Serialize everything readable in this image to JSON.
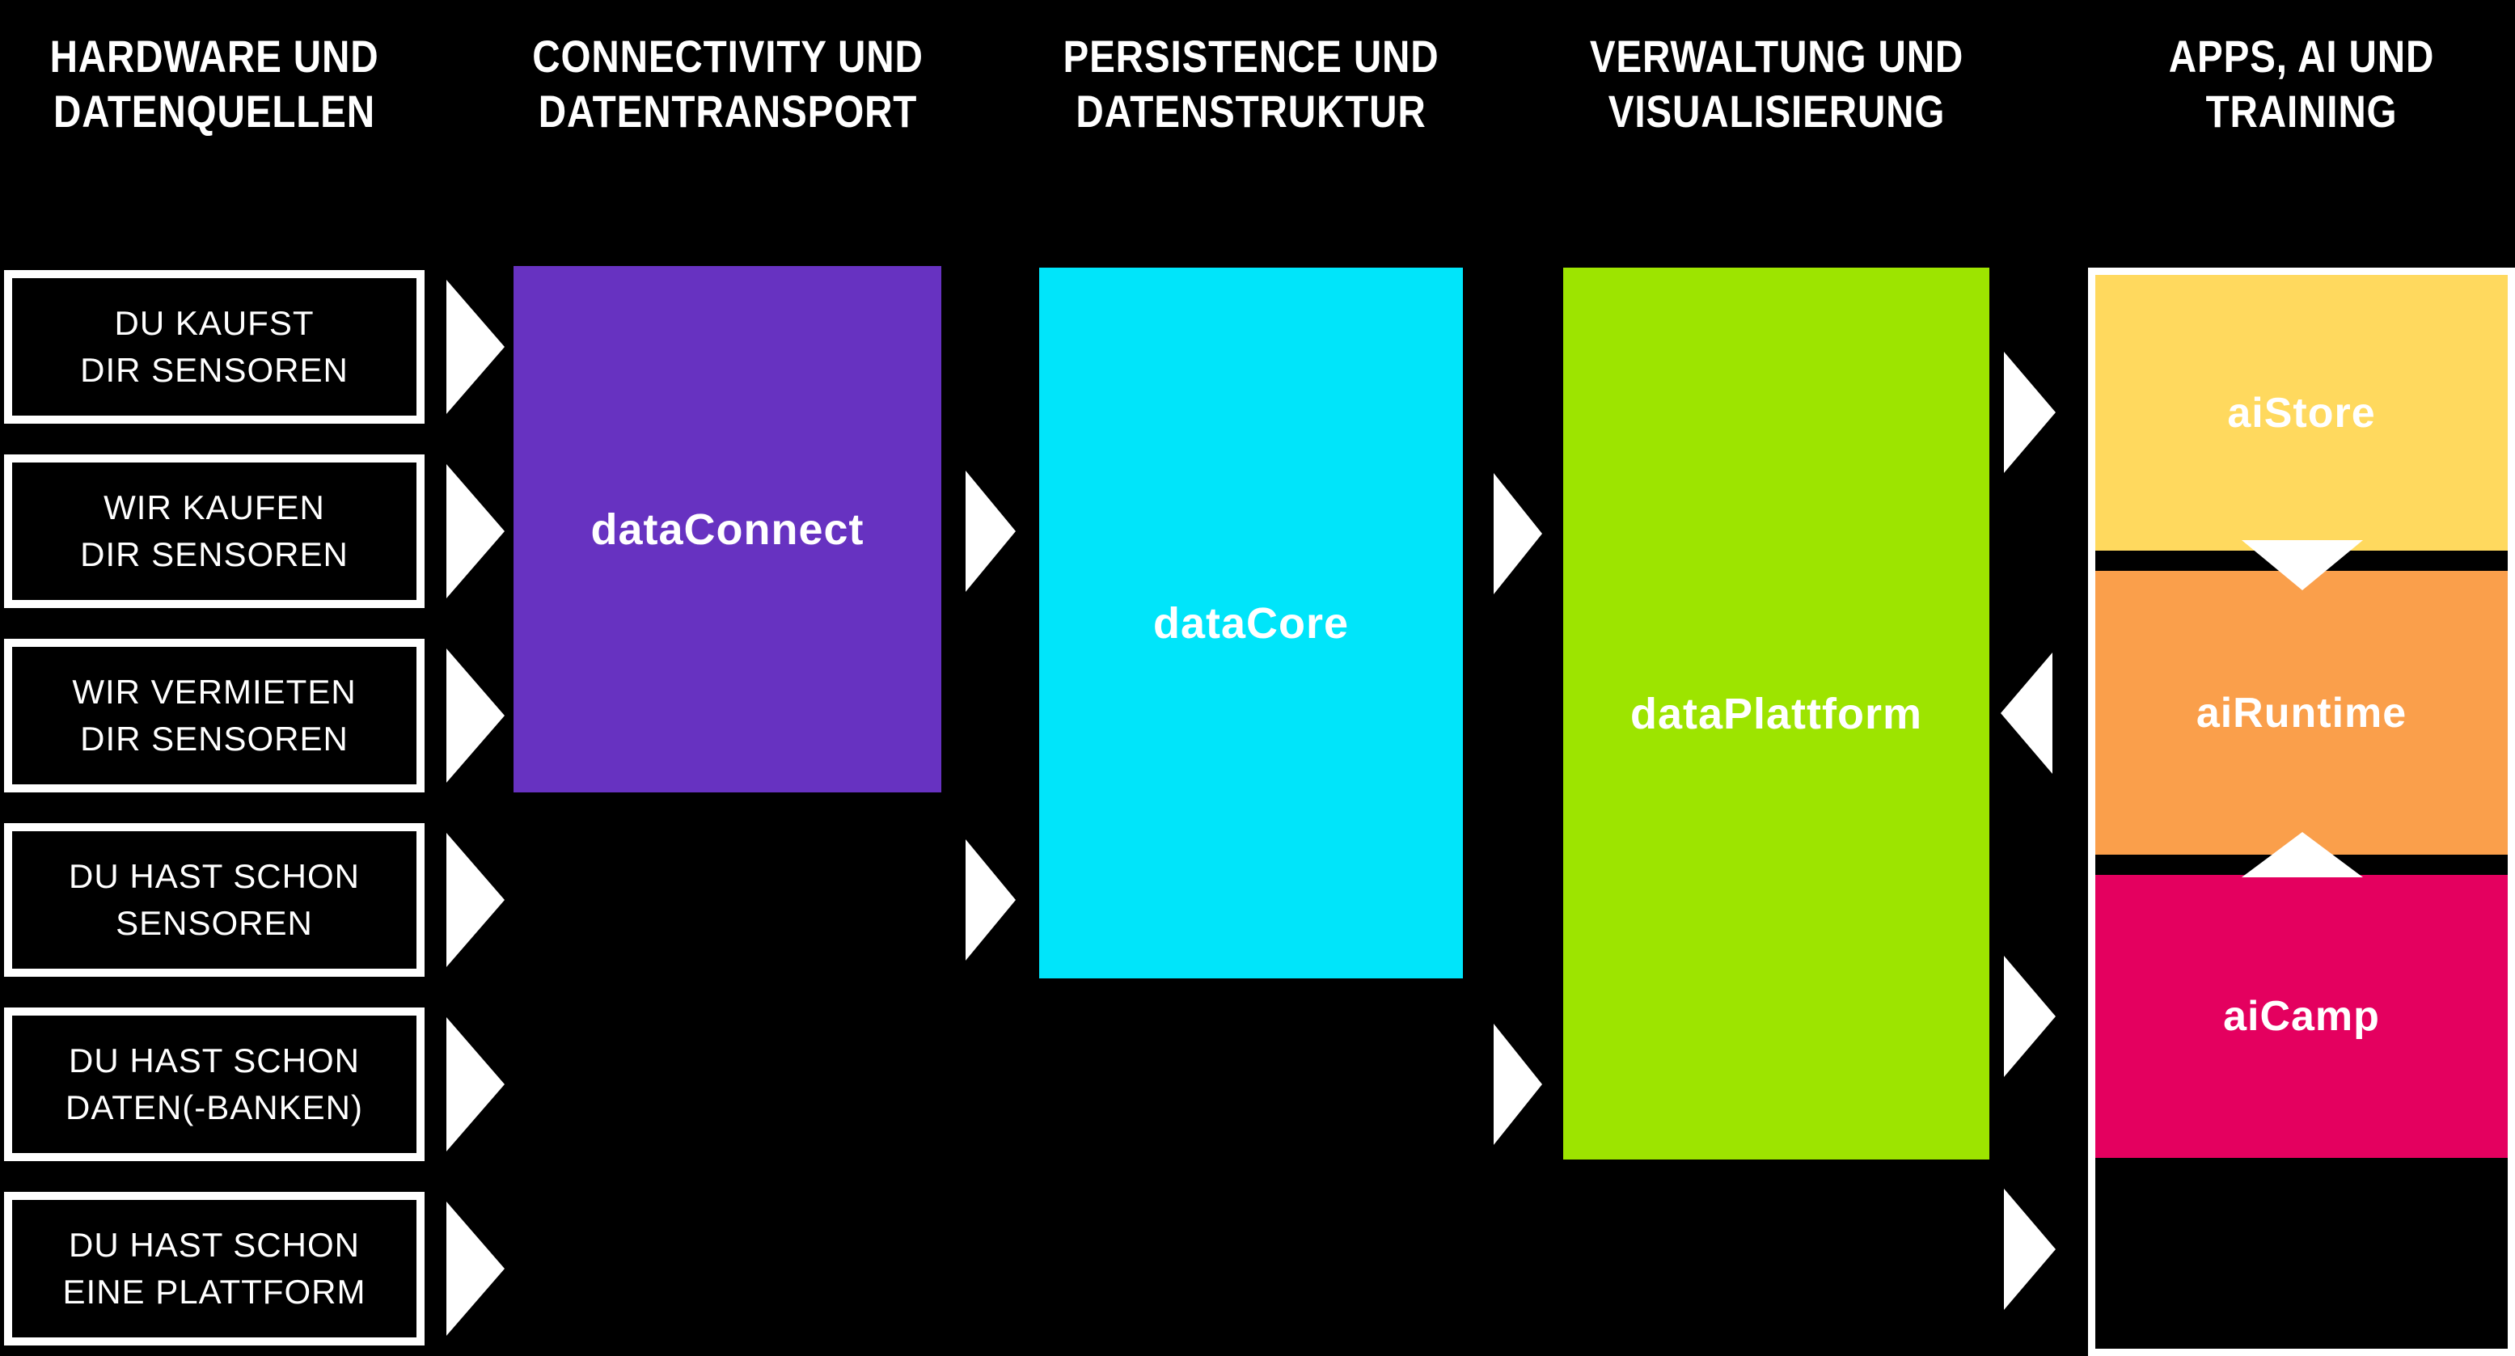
{
  "colors": {
    "background": "#000000",
    "box_border": "#FFFFFF",
    "text": "#FFFFFF",
    "arrow": "#FFFFFF",
    "connect": "#6732C1",
    "core": "#00E5FA",
    "plattform": "#9DE400",
    "store": "#FFD95E",
    "runtime": "#FA9F4B",
    "camp": "#E4005F"
  },
  "headers": [
    {
      "line1": "HARDWARE UND",
      "line2": "DATENQUELLEN"
    },
    {
      "line1": "CONNECTIVITY UND",
      "line2": "DATENTRANSPORT"
    },
    {
      "line1": "PERSISTENCE UND",
      "line2": "DATENSTRUKTUR"
    },
    {
      "line1": "VERWALTUNG UND",
      "line2": "VISUALISIERUNG"
    },
    {
      "line1": "APPS, AI UND",
      "line2": "TRAINING"
    }
  ],
  "sources": [
    {
      "line1": "DU KAUFST",
      "line2": "DIR SENSOREN"
    },
    {
      "line1": "WIR KAUFEN",
      "line2": "DIR SENSOREN"
    },
    {
      "line1": "WIR VERMIETEN",
      "line2": "DIR SENSOREN"
    },
    {
      "line1": "DU HAST SCHON",
      "line2": "SENSOREN"
    },
    {
      "line1": "DU HAST SCHON",
      "line2": "DATEN(-BANKEN)"
    },
    {
      "line1": "DU HAST SCHON",
      "line2": "EINE PLATTFORM"
    }
  ],
  "stages": [
    {
      "label": "dataConnect"
    },
    {
      "label": "dataCore"
    },
    {
      "label": "dataPlattform"
    }
  ],
  "apps": [
    {
      "label": "aiStore"
    },
    {
      "label": "aiRuntime"
    },
    {
      "label": "aiCamp"
    }
  ]
}
